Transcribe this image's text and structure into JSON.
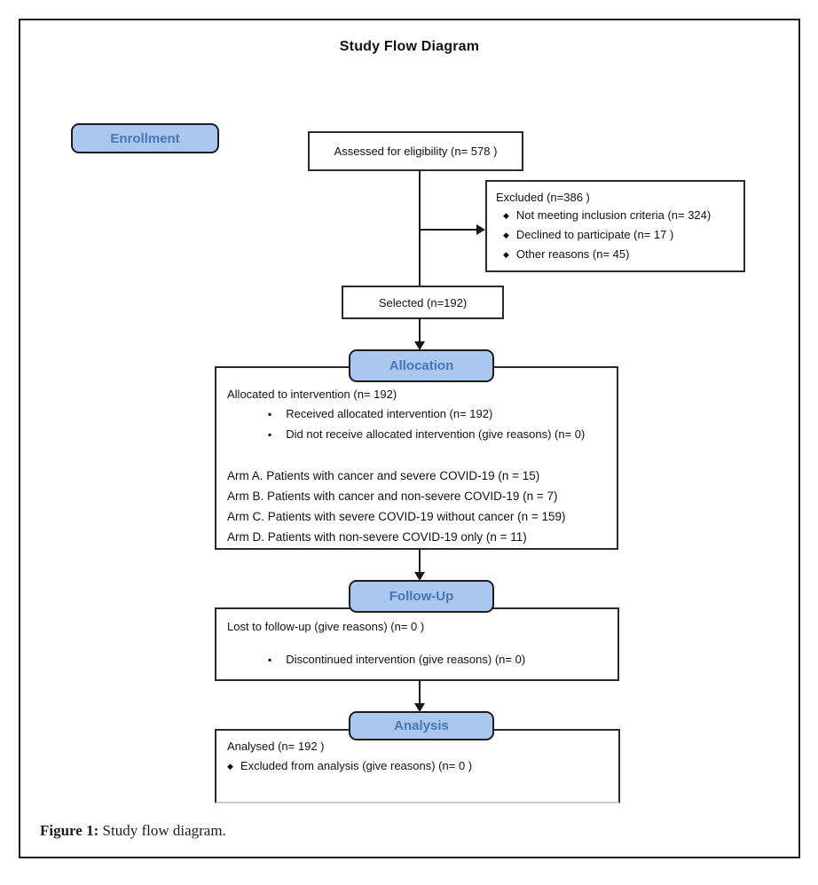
{
  "title": "Study Flow Diagram",
  "stage_labels": {
    "enrollment": "Enrollment",
    "allocation": "Allocation",
    "followup": "Follow-Up",
    "analysis": "Analysis"
  },
  "colors": {
    "stage_fill": "#aac7ee",
    "stage_text": "#4677b8",
    "box_border": "#2a2a2a"
  },
  "enrollment": {
    "assessed": "Assessed for eligibility (n= 578 )",
    "excluded": {
      "title": "Excluded  (n=386 )",
      "items": [
        "Not meeting inclusion criteria (n= 324)",
        "Declined to participate (n= 17 )",
        "Other reasons (n= 45)"
      ]
    },
    "selected": "Selected (n=192)"
  },
  "allocation": {
    "line1": "Allocated to intervention (n= 192)",
    "bullets": [
      "Received allocated intervention (n= 192)",
      "Did not receive allocated intervention (give reasons) (n= 0)"
    ],
    "arms": [
      "Arm A. Patients with cancer and severe COVID-19 (n = 15)",
      "Arm B. Patients with cancer and non-severe COVID-19 (n = 7)",
      "Arm C. Patients with severe COVID-19 without cancer (n = 159)",
      "Arm D. Patients with non-severe COVID-19 only (n = 11)"
    ]
  },
  "followup": {
    "line1": "Lost to follow-up (give reasons) (n= 0  )",
    "bullets": [
      "Discontinued intervention (give reasons) (n= 0)"
    ]
  },
  "analysis": {
    "line1": "Analysed  (n= 192 )",
    "bullets": [
      "Excluded from analysis (give reasons) (n= 0 )"
    ]
  },
  "caption": {
    "label": "Figure 1:",
    "text": " Study flow diagram."
  }
}
